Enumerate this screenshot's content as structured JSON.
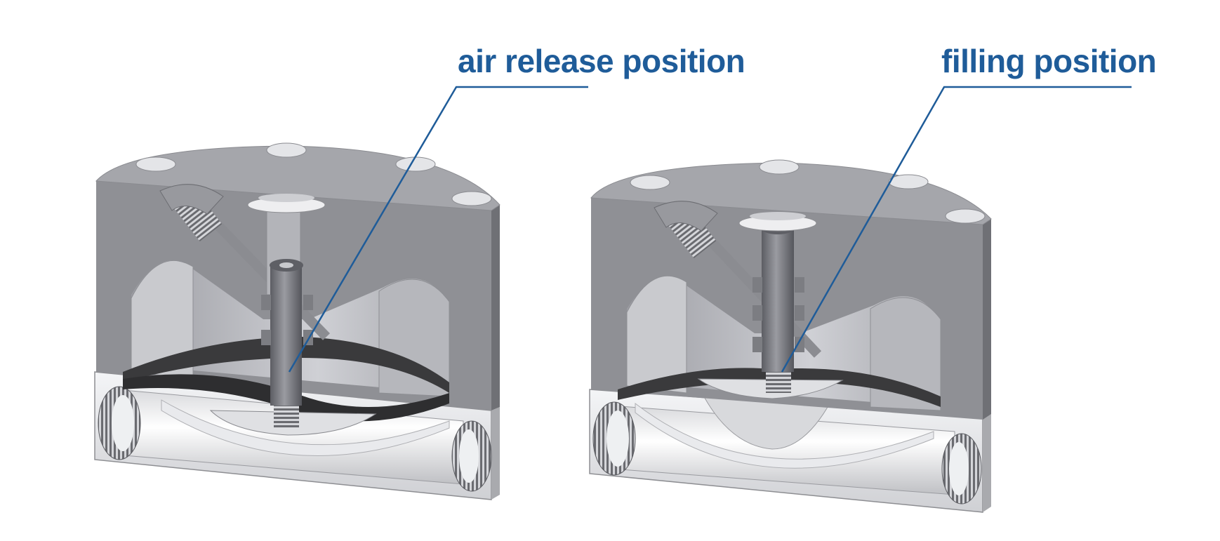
{
  "callouts": {
    "left": {
      "label": "air release position"
    },
    "right": {
      "label": "filling position"
    }
  },
  "colors": {
    "callout": "#1f5c99",
    "body_top": "#9a9a9d",
    "body_front": "#8c8c90",
    "body_side": "#7b7b80",
    "interior": "#b9bac0",
    "membrane": "#3a3a3c",
    "base": "#e6e7ea",
    "cap": "#e4e5e8",
    "stem": "#6d6e74"
  },
  "diagram": {
    "left_panel": "valve-cutaway-air-release",
    "right_panel": "valve-cutaway-filling"
  }
}
